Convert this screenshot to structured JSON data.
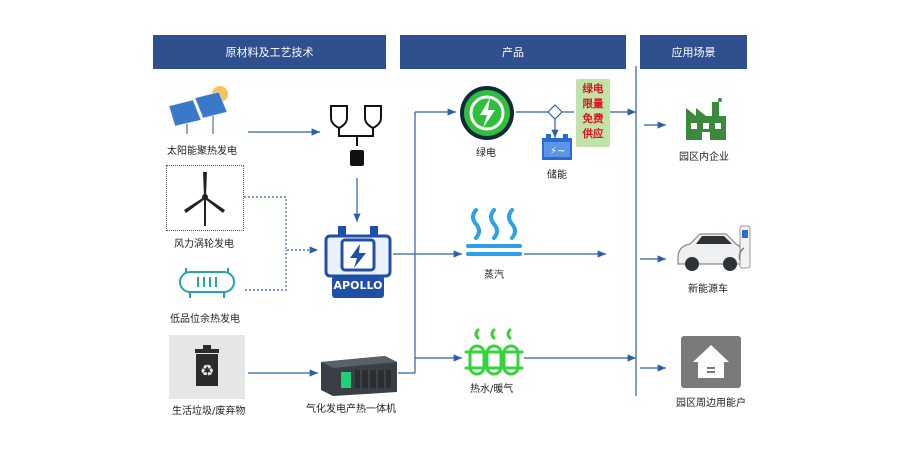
{
  "headers": {
    "materials": "原材料及工艺技术",
    "products": "产品",
    "scenarios": "应用场景"
  },
  "sources": {
    "solar": "太阳能聚热发电",
    "wind": "风力涡轮发电",
    "lowgrade": "低品位余热发电",
    "waste": "生活垃圾/废弃物"
  },
  "process": {
    "apollo": "APOLLO",
    "gasifier": "气化发电产热一体机"
  },
  "products": {
    "green_power": "绿电",
    "storage": "储能",
    "steam": "蒸汽",
    "hot_water": "热水/暖气"
  },
  "note": {
    "line1": "绿电",
    "line2": "限量",
    "line3": "免费",
    "line4": "供应"
  },
  "scenarios": {
    "park": "园区内企业",
    "ev": "新能源车",
    "households": "园区周边用能户"
  },
  "colors": {
    "header_bg": "#2f4f8f",
    "line_blue": "#2f5fa8",
    "icon_blue": "#2a6bd1",
    "green": "#2fbf3a",
    "teal": "#22a6a6"
  }
}
